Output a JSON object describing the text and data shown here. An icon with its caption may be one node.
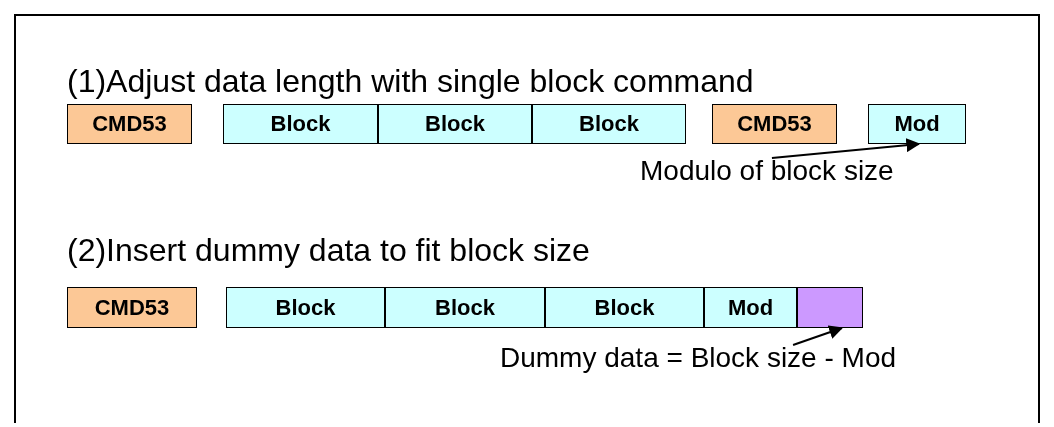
{
  "diagram": {
    "nodes": [
      {
        "text": [
          "CMD53"
        ]
      },
      {
        "text": [
          "Block"
        ]
      },
      {
        "text": [
          "Block"
        ]
      },
      {
        "text": [
          "Block"
        ]
      },
      {
        "text": [
          "CMD53"
        ]
      },
      {
        "text": [
          "Mod"
        ]
      },
      {
        "text": [
          "Modulo of block size"
        ]
      },
      {
        "text": [
          "CMD53"
        ]
      },
      {
        "text": [
          "Block"
        ]
      },
      {
        "text": [
          "Block"
        ]
      },
      {
        "text": [
          "Block"
        ]
      },
      {
        "text": [
          "Mod"
        ]
      },
      {
        "text": [],
        "shape": "box"
      },
      {
        "text": [
          "Dummy data = Block size - Mod"
        ]
      }
    ],
    "edges": [
      {
        "from": 6,
        "to": 5,
        "arrow": "to"
      },
      {
        "from": 13,
        "to": 12,
        "arrow": "to"
      }
    ],
    "labels": [
      "(1)Adjust data length with single block command",
      "(2)Insert dummy data to fit block size"
    ]
  }
}
